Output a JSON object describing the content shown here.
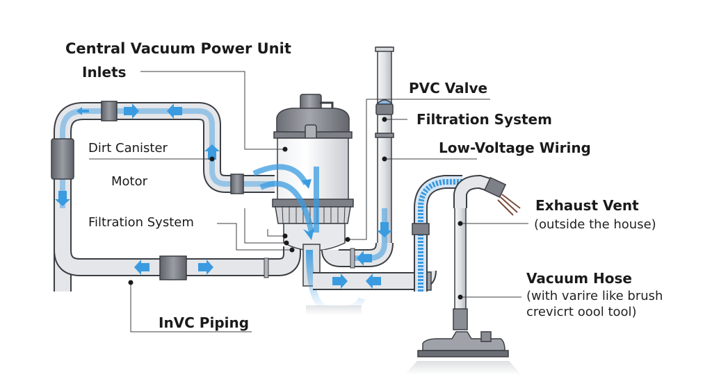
{
  "title": "Central Vacuum Power Unit",
  "labels": {
    "inlets": "Inlets",
    "dirt_canister": "Dirt Canister",
    "motor": "Motor",
    "filtration_left": "Filtration System",
    "piping": "InVC Piping",
    "pvc_valve": "PVC Valve",
    "filtration_right": "Filtration System",
    "low_voltage": "Low-Voltage Wiring",
    "exhaust": "Exhaust Vent",
    "exhaust_sub": "(outside the house)",
    "hose": "Vacuum Hose",
    "hose_sub_1": "(with varire like brush",
    "hose_sub_2": "crevicrt oool tool)"
  },
  "colors": {
    "pipe": "#e4e6e9",
    "pipe_stroke": "#3a3d42",
    "fitting": "#7d8086",
    "flow": "#3a9be0",
    "text": "#1a1a1a"
  }
}
